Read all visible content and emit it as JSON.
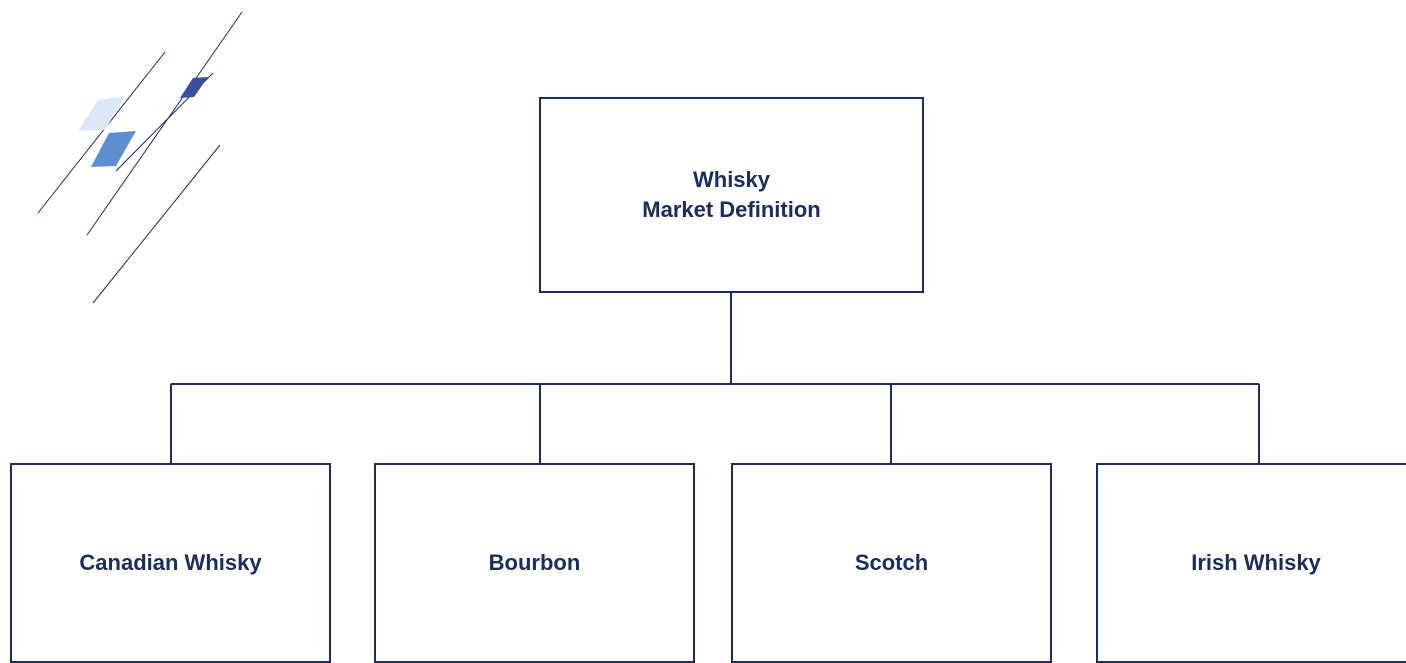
{
  "root": {
    "title_line1": "Whisky",
    "title_line2": "Market Definition"
  },
  "children": [
    {
      "label": "Canadian Whisky"
    },
    {
      "label": "Bourbon"
    },
    {
      "label": "Scotch"
    },
    {
      "label": "Irish Whisky"
    }
  ],
  "colors": {
    "line": "#1b2d5c",
    "text": "#1b2d5c",
    "decor_light": "#dce8f8",
    "decor_mid": "#5b8fd0",
    "decor_dark": "#3a4f9a"
  }
}
